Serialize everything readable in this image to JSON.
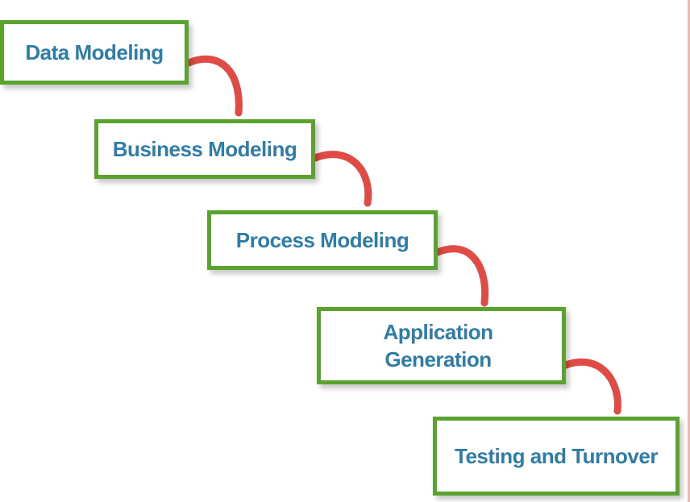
{
  "diagram": {
    "steps": [
      {
        "label": "Data Modeling"
      },
      {
        "label": "Business Modeling"
      },
      {
        "label": "Process Modeling"
      },
      {
        "label": "Application\nGeneration"
      },
      {
        "label": "Testing and Turnover"
      }
    ],
    "colors": {
      "box_border": "#5aa32e",
      "text": "#2e7da8",
      "connector": "#e04b45",
      "background": "#ffffff"
    }
  }
}
